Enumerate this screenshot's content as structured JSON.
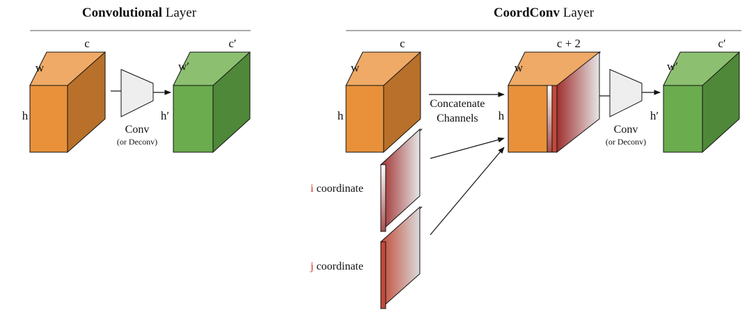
{
  "titles": {
    "left_bold": "Convolutional",
    "left_rest": " Layer",
    "right_bold": "CoordConv",
    "right_rest": " Layer"
  },
  "left_panel": {
    "input_dims": {
      "width": "w",
      "height": "h",
      "channels": "c"
    },
    "output_dims": {
      "width": "w′",
      "height": "h′",
      "channels": "c′"
    },
    "operation": {
      "label": "Conv",
      "sublabel": "(or Deconv)"
    }
  },
  "right_panel": {
    "input_dims": {
      "width": "w",
      "height": "h",
      "channels": "c"
    },
    "concat_label_line1": "Concatenate",
    "concat_label_line2": "Channels",
    "concat_dims": {
      "width": "w",
      "height": "h",
      "channels": "c + 2"
    },
    "operation": {
      "label": "Conv",
      "sublabel": "(or Deconv)"
    },
    "output_dims": {
      "width": "w′",
      "height": "h′",
      "channels": "c′"
    },
    "coordinates": [
      {
        "letter": "i",
        "suffix": " coordinate"
      },
      {
        "letter": "j",
        "suffix": " coordinate"
      }
    ]
  },
  "colors": {
    "orange_front": "#e8913a",
    "orange_top": "#eeaa66",
    "orange_side": "#b8702a",
    "green_front": "#6aac4e",
    "green_top": "#8cc070",
    "green_side": "#4e8838",
    "coord_red": "#c0392b",
    "title_rule": "#aaaaaa",
    "trapezoid_fill": "#eeeeee"
  }
}
